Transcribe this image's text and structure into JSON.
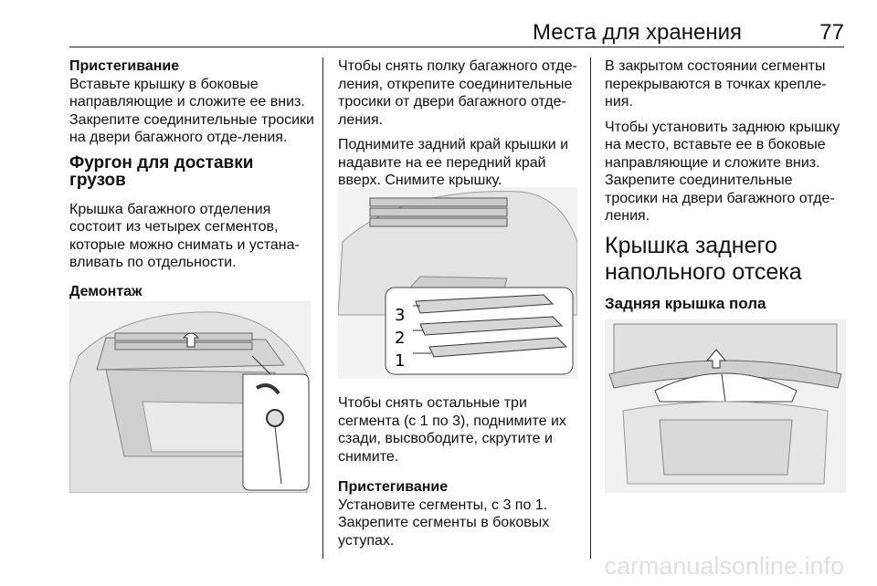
{
  "header": {
    "title": "Места для хранения",
    "page": "77"
  },
  "col1": {
    "h_attach": "Пристегивание",
    "attach_text": "Вставьте крышку в боковые направляющие и сложите ее вниз. Закрепите соединительные тросики на двери багажного отде-ления.",
    "h_van": "Фургон для доставки грузов",
    "van_text": "Крышка багажного отделения состоит из четырех сегментов, которые можно снимать и устана-вливать по отдельности.",
    "h_removal": "Демонтаж"
  },
  "col2": {
    "text1": "Чтобы снять полку багажного отде-ления, открепите соединительные тросики от двери багажного отде-ления.",
    "text2": "Поднимите задний край крышки и надавите на ее передний край вверх. Снимите крышку.",
    "seg_labels": [
      "3",
      "2",
      "1"
    ],
    "text3": "Чтобы снять остальные три сегмента (с 1 по 3), поднимите их сзади, высвободите, скрутите и снимите.",
    "h_attach": "Пристегивание",
    "text4": "Установите сегменты, с 3 по 1. Закрепите сегменты в боковых уступах."
  },
  "col3": {
    "text1": "В закрытом состоянии сегменты перекрываются в точках крепле-ния.",
    "text2": "Чтобы установить заднюю крышку на место, вставьте ее в боковые направляющие и сложите вниз. Закрепите соединительные тросики на двери багажного отде-ления.",
    "h_rear": "Крышка заднего напольного отсека",
    "h_floor": "Задняя крышка пола"
  },
  "watermark": "carmanualsonline.info"
}
